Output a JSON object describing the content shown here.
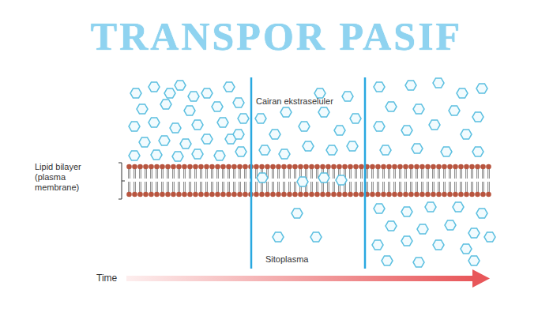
{
  "diagram": {
    "title": "TRANSPOR PASIF",
    "labels": [
      "Cairan ekstraseluler",
      "Sitoplasma",
      "Lipid bilayer (plasma membrane)",
      "Time"
    ]
  }
}
